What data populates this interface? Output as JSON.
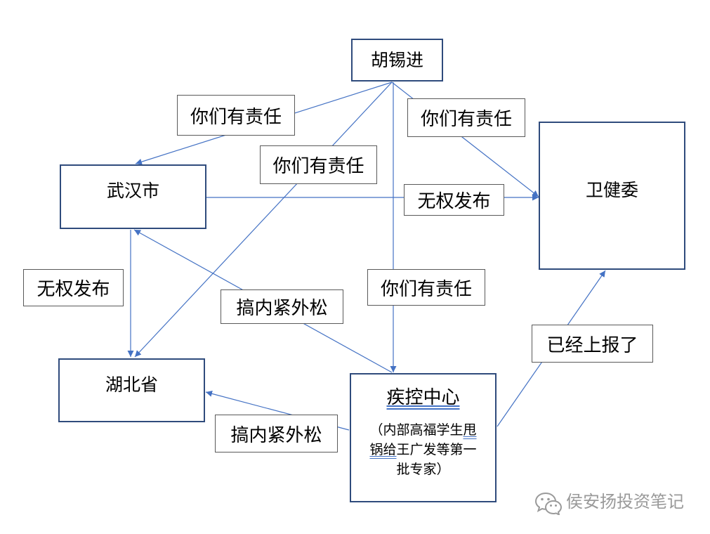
{
  "diagram": {
    "nodes": {
      "hu_xijin": "胡锡进",
      "wuhan": "武汉市",
      "weijianwei": "卫健委",
      "hubei": "湖北省",
      "cdc": {
        "title": "疾控中心",
        "note": {
          "line1_text": "（内部高福学生",
          "line1_underlined": "甩",
          "line2_underlined": "锅给",
          "line2_text": "王广发等第一",
          "line3_text": "批专家）"
        }
      }
    },
    "edge_labels": {
      "hu_to_wuhan": "你们有责任",
      "hu_to_weijianwei": "你们有责任",
      "hu_to_hubei": "你们有责任",
      "hu_to_cdc": "你们有责任",
      "wuhan_to_weijianwei": "无权发布",
      "wuhan_to_hubei": "无权发布",
      "cdc_to_wuhan": "搞内紧外松",
      "cdc_to_hubei": "搞内紧外松",
      "cdc_to_weijianwei": "已经上报了"
    }
  },
  "watermark": {
    "icon": "wechat-icon",
    "text": "侯安扬投资笔记"
  },
  "colors": {
    "node_border": "#2F4B7C",
    "edge_line": "#4472C4",
    "label_border": "#595959",
    "annotation_underline": "#4472C4",
    "watermark_text": "#9A9A9A"
  }
}
